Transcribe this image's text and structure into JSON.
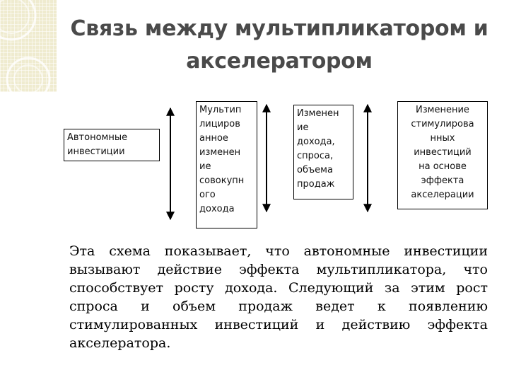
{
  "slide": {
    "title": "Связь между мультипликатором и акселератором",
    "boxes": [
      "Автономные\nинвестиции",
      "Мультип\nлициров\nанное\nизменен\nие\nсовокупн\nого\nдохода",
      "Изменен\nие\nдохода,\nспроса,\nобъема\nпродаж",
      "Изменение\nстимулирова\nнных\nинвестиций\nна основе\nэффекта\nакселерации"
    ],
    "caption": "Эта схема показывает, что автономные инвестиции вызывают действие эффекта мультипликатора, что способствует росту дохода. Следующий за этим рост спроса и объем продаж ведет к появлению стимулированных инвестиций и действию эффекта акселератора."
  },
  "colors": {
    "title": "#4a4a4a",
    "decoration": "#efebcf"
  }
}
